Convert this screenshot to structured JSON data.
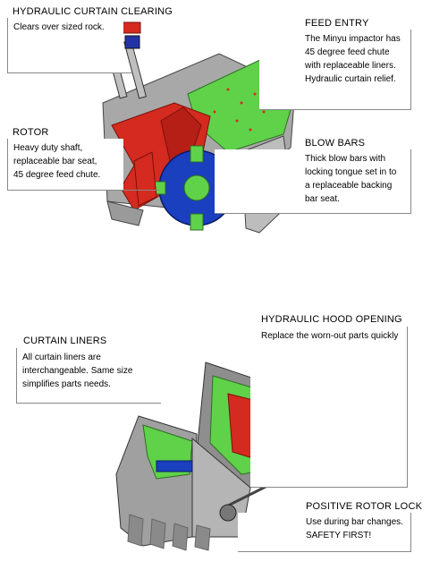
{
  "callouts": {
    "hydraulic_curtain_clearing": {
      "title": "HYDRAULIC CURTAIN CLEARING",
      "lines": [
        "Clears over sized rock."
      ]
    },
    "feed_entry": {
      "title": "FEED ENTRY",
      "lines": [
        "The Minyu impactor has",
        "45 degree feed chute",
        "with replaceable liners.",
        "Hydraulic curtain relief."
      ]
    },
    "rotor": {
      "title": "ROTOR",
      "lines": [
        "Heavy duty shaft,",
        "replaceable bar seat,",
        "45 degree feed chute."
      ]
    },
    "blow_bars": {
      "title": "BLOW BARS",
      "lines": [
        "Thick blow bars with",
        "locking tongue set in to",
        "a replaceable backing",
        "bar seat."
      ]
    },
    "hydraulic_hood_opening": {
      "title": "HYDRAULIC HOOD OPENING",
      "lines": [
        "Replace the worn-out parts quickly"
      ]
    },
    "curtain_liners": {
      "title": "CURTAIN LINERS",
      "lines": [
        "All curtain liners are",
        "interchangeable. Same size",
        "simplifies parts needs."
      ]
    },
    "positive_rotor_lock": {
      "title": "POSITIVE ROTOR LOCK",
      "lines": [
        "Use during bar changes.",
        "SAFETY FIRST!"
      ]
    }
  },
  "colors": {
    "steel": "#9a9a9a",
    "steel_dark": "#5f5f5f",
    "liner_green": "#5fd24a",
    "curtain_red": "#d42a1f",
    "rotor_blue": "#1a3fbf",
    "bolt_blue": "#2233aa"
  }
}
